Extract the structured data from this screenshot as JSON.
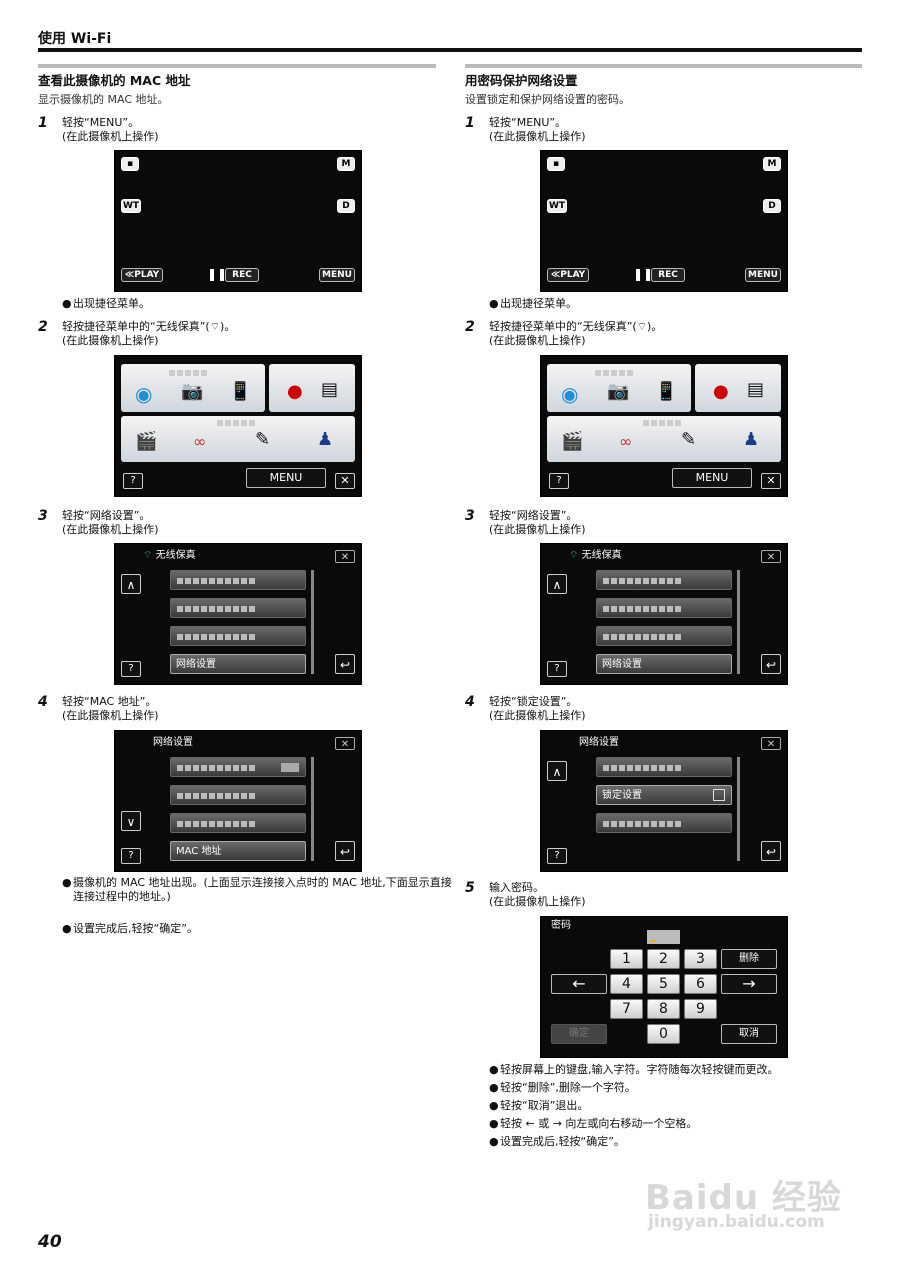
{
  "header": {
    "title": "使用 Wi-Fi"
  },
  "page_number": "40",
  "screen": {
    "rec_label": "REC",
    "play_label": "≪PLAY",
    "menu_label": "MENU",
    "m_label": "M",
    "d_label": "D",
    "wt_label": "WT",
    "help_label": "?",
    "wifi_title": "无线保真",
    "network_settings": "网络设置",
    "mac_address": "MAC 地址",
    "lock_settings": "锁定设置",
    "password_title": "密码",
    "delete_key": "删除",
    "confirm_key": "确定",
    "cancel_key": "取消",
    "keys": [
      "1",
      "2",
      "3",
      "4",
      "5",
      "6",
      "7",
      "8",
      "9",
      "0"
    ]
  },
  "left": {
    "title": "查看此摄像机的 MAC 地址",
    "desc": "显示摄像机的 MAC 地址。",
    "step1": {
      "num": "1",
      "line1": "轻按“MENU”。",
      "line2": "(在此摄像机上操作)"
    },
    "bullet1": "出现捷径菜单。",
    "step2": {
      "num": "2",
      "line1": "轻按捷径菜单中的“无线保真”(",
      "line1_end": ")。",
      "line2": "(在此摄像机上操作)"
    },
    "step3": {
      "num": "3",
      "line1": "轻按“网络设置”。",
      "line2": "(在此摄像机上操作)"
    },
    "step4": {
      "num": "4",
      "line1": "轻按“MAC 地址”。",
      "line2": "(在此摄像机上操作)"
    },
    "bullets_end": [
      "摄像机的 MAC 地址出现。(上面显示连接接入点时的 MAC 地址,下面显示直接连接过程中的地址。)",
      "设置完成后,轻按“确定”。"
    ]
  },
  "right": {
    "title": "用密码保护网络设置",
    "desc": "设置锁定和保护网络设置的密码。",
    "step1": {
      "num": "1",
      "line1": "轻按“MENU”。",
      "line2": "(在此摄像机上操作)"
    },
    "bullet1": "出现捷径菜单。",
    "step2": {
      "num": "2",
      "line1": "轻按捷径菜单中的“无线保真”(",
      "line1_end": ")。",
      "line2": "(在此摄像机上操作)"
    },
    "step3": {
      "num": "3",
      "line1": "轻按“网络设置”。",
      "line2": "(在此摄像机上操作)"
    },
    "step4": {
      "num": "4",
      "line1": "轻按“锁定设置”。",
      "line2": "(在此摄像机上操作)"
    },
    "step5": {
      "num": "5",
      "line1": "输入密码。",
      "line2": "(在此摄像机上操作)"
    },
    "bullets_end": [
      "轻按屏幕上的键盘,输入字符。字符随每次轻按键而更改。",
      "轻按“删除”,删除一个字符。",
      "轻按“取消”退出。",
      "轻按 ← 或 → 向左或向右移动一个空格。",
      "设置完成后,轻按“确定”。"
    ]
  },
  "watermark": {
    "line1": "Baidu 经验",
    "line2": "jingyan.baidu.com"
  }
}
